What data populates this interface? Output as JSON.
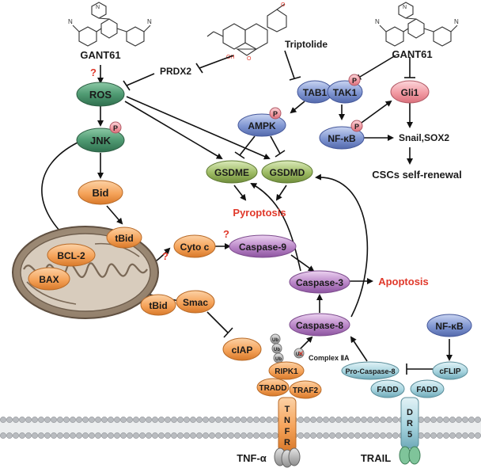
{
  "labels": {
    "gant61_left": "GANT61",
    "gant61_right": "GANT61",
    "triptolide": "Triptolide",
    "prdx2": "PRDX2",
    "ros": "ROS",
    "jnk": "JNK",
    "bid": "Bid",
    "tbid_top": "tBid",
    "tbid_bottom": "tBid",
    "bcl2": "BCL-2",
    "bax": "BAX",
    "cytoc": "Cyto c",
    "caspase9": "Caspase-9",
    "caspase3": "Caspase-3",
    "caspase8": "Caspase-8",
    "apoptosis": "Apoptosis",
    "pyroptosis": "Pyroptosis",
    "gsdme": "GSDME",
    "gsdmd": "GSDMD",
    "ampk": "AMPK",
    "tab1": "TAB1",
    "tak1": "TAK1",
    "nfkb_mid": "NF-κB",
    "gli1": "Gli1",
    "snail": "Snail,SOX2",
    "cscs": "CSCs self-renewal",
    "smac": "Smac",
    "ciap": "cIAP",
    "ub": "Ub",
    "complex": "Complex ⅡA",
    "ripk1": "RIPK1",
    "tradd": "TRADD",
    "traf2": "TRAF2",
    "tnfr": "TNFR",
    "tnfa": "TNF-α",
    "procasp8": "Pro-Caspase-8",
    "fadd": "FADD",
    "cflip": "cFLIP",
    "nfkb_right": "NF-κB",
    "dr5": "DR5",
    "trail": "TRAIL",
    "phospho": "P",
    "question": "?"
  },
  "colors": {
    "green_node": "#4f9a72",
    "orange_node": "#f5a35a",
    "purple_node": "#b884c6",
    "blue_node": "#7f95d1",
    "olive_node": "#9dbb63",
    "pink_node": "#f29aa3",
    "light_blue_node": "#a8d5e0",
    "membrane": "#b9bcc0",
    "red_text": "#e0392b"
  }
}
